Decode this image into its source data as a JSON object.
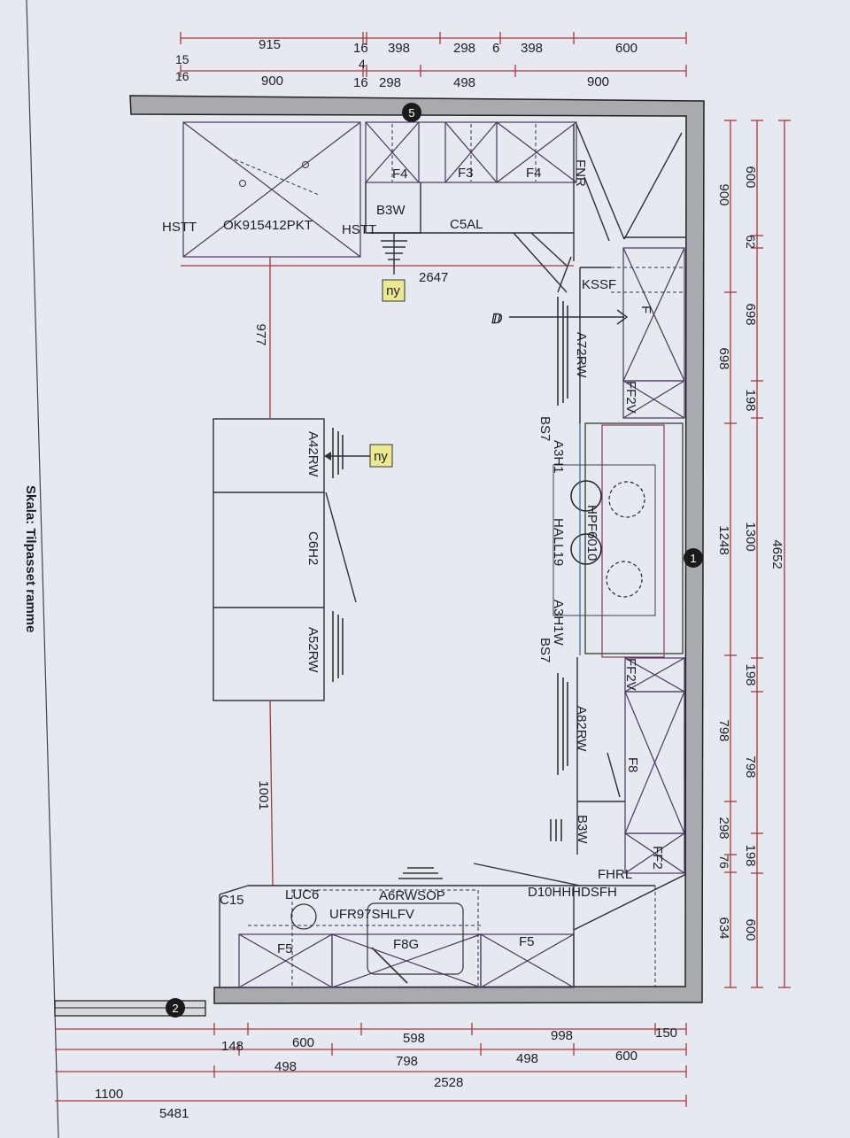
{
  "scale_note": "Skala: Tilpasset ramme",
  "markers": {
    "m5": "5",
    "m1": "1",
    "m2": "2"
  },
  "tags": {
    "ny1": "ny",
    "ny2": "ny",
    "handwritten": "ⅅ"
  },
  "top_dims": {
    "r1": [
      "915",
      "16",
      "398",
      "298",
      "6",
      "398",
      "600"
    ],
    "r2_left_a": "15",
    "r2_left_b": "16",
    "r2": [
      "900",
      "4",
      "16",
      "298",
      "498",
      "900"
    ]
  },
  "right_dims": {
    "inner": [
      "900",
      "698",
      "1248",
      "798",
      "298",
      "76",
      "634"
    ],
    "middle": [
      "600",
      "62",
      "698",
      "198",
      "1300",
      "198",
      "798",
      "198",
      "600"
    ],
    "outer": "4652"
  },
  "bottom_dims": {
    "r1": [
      "148",
      "600",
      "598",
      "998",
      "150"
    ],
    "r2": [
      "498",
      "798",
      "498",
      "600"
    ],
    "r3": [
      "1100",
      "2528"
    ],
    "r4": "5481"
  },
  "left_dims": {
    "d977": "977",
    "d1001": "1001",
    "d2647": "2647"
  },
  "labels": {
    "hstt1": "HSTT",
    "ok": "OK915412PKT",
    "hstt2": "HSTT",
    "f4a": "F4",
    "f3": "F3",
    "f4b": "F4",
    "b3w_top": "B3W",
    "c5al": "C5AL",
    "fnr": "FNR",
    "kssf": "KSSF",
    "f_small": "F",
    "a72rw": "A72RW",
    "ff2v1": "FF2V",
    "bs7a": "BS7",
    "a3h1": "A3H1",
    "hpf": "HPF6010",
    "hall": "HALL19",
    "a3h1w": "A3H1W",
    "bs7b": "BS7",
    "ff2v2": "FF2V",
    "a82rw": "A82RW",
    "f8": "F8",
    "b3w_r": "B3W",
    "ff2": "FF2",
    "fhrl": "FHRL",
    "d10": "D10HHHDSFH",
    "a42rw": "A42RW",
    "c6h2": "C6H2",
    "a52rw": "A52RW",
    "c15": "C15",
    "luc6": "LUC6",
    "a6rwsop": "A6RWSOP",
    "ufr": "UFR97SHLFV",
    "f5a": "F5",
    "f8g": "F8G",
    "f5b": "F5"
  }
}
